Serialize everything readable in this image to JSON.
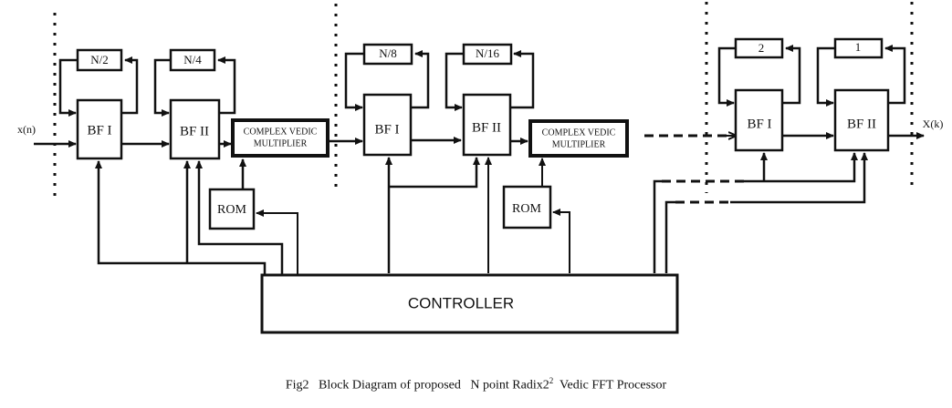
{
  "diagram": {
    "input_label": "x(n)",
    "output_label": "X(k)",
    "stages": [
      {
        "delay": "N/2",
        "bf": "BF I"
      },
      {
        "delay": "N/4",
        "bf": "BF II"
      },
      {
        "delay": "N/8",
        "bf": "BF I"
      },
      {
        "delay": "N/16",
        "bf": "BF II"
      },
      {
        "delay": "2",
        "bf": "BF I"
      },
      {
        "delay": "1",
        "bf": "BF II"
      }
    ],
    "multipliers": [
      {
        "line1": "COMPLEX VEDIC",
        "line2": "MULTIPLIER"
      },
      {
        "line1": "COMPLEX VEDIC",
        "line2": "MULTIPLIER"
      }
    ],
    "roms": [
      "ROM",
      "ROM"
    ],
    "controller": "CONTROLLER"
  },
  "caption": {
    "prefix": "Fig2   Block Diagram of proposed   N point Radix2",
    "superscript": "2",
    "suffix": "  Vedic FFT Processor"
  }
}
